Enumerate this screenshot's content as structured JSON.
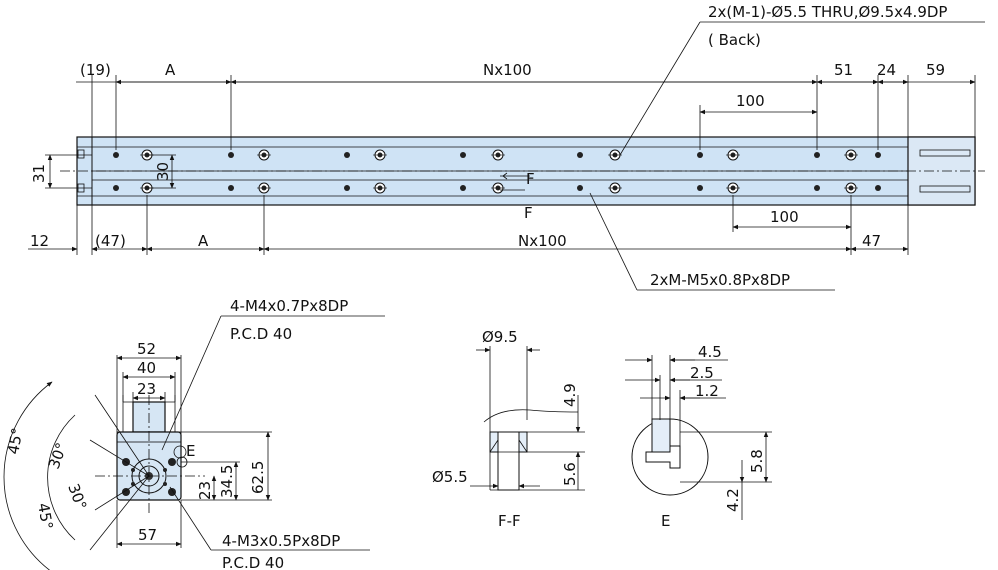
{
  "top_view": {
    "dims_top": {
      "d19": "(19)",
      "a": "A",
      "nx100": "Nx100",
      "d51": "51",
      "d24": "24",
      "d59": "59",
      "d100": "100"
    },
    "dims_bottom": {
      "d12": "12",
      "d47l": "(47)",
      "a": "A",
      "nx100": "Nx100",
      "d47r": "47",
      "d100": "100"
    },
    "dims_left": {
      "d31": "31",
      "d30": "30"
    },
    "section_marks": {
      "f_top": "F",
      "f_bottom": "F"
    },
    "callout_back_holes": {
      "line1": "2x(M-1)-Ø5.5 THRU,Ø9.5x4.9DP",
      "line2": "( Back)"
    },
    "callout_tapped_holes": "2xM-M5x0.8Px8DP"
  },
  "end_view": {
    "callout_top": {
      "line1": "4-M4x0.7Px8DP",
      "line2": "P.C.D 40"
    },
    "callout_bottom": {
      "line1": "4-M3x0.5Px8DP",
      "line2": "P.C.D 40"
    },
    "dims": {
      "d52": "52",
      "d40": "40",
      "d23_top": "23",
      "d57": "57",
      "d62_5": "62.5",
      "d34_5": "34.5",
      "d23_side": "23"
    },
    "angles": {
      "a45_upper": "45°",
      "a30_upper": "30°",
      "a30_lower": "30°",
      "a45_lower": "45°"
    },
    "detail_mark": "E"
  },
  "section_ff": {
    "d9_5": "Ø9.5",
    "d4_9": "4.9",
    "d5_5": "Ø5.5",
    "d5_6": "5.6",
    "label": "F-F"
  },
  "detail_e": {
    "d4_5": "4.5",
    "d2_5": "2.5",
    "d1_2": "1.2",
    "d5_8": "5.8",
    "d4_2": "4.2",
    "label": "E"
  }
}
